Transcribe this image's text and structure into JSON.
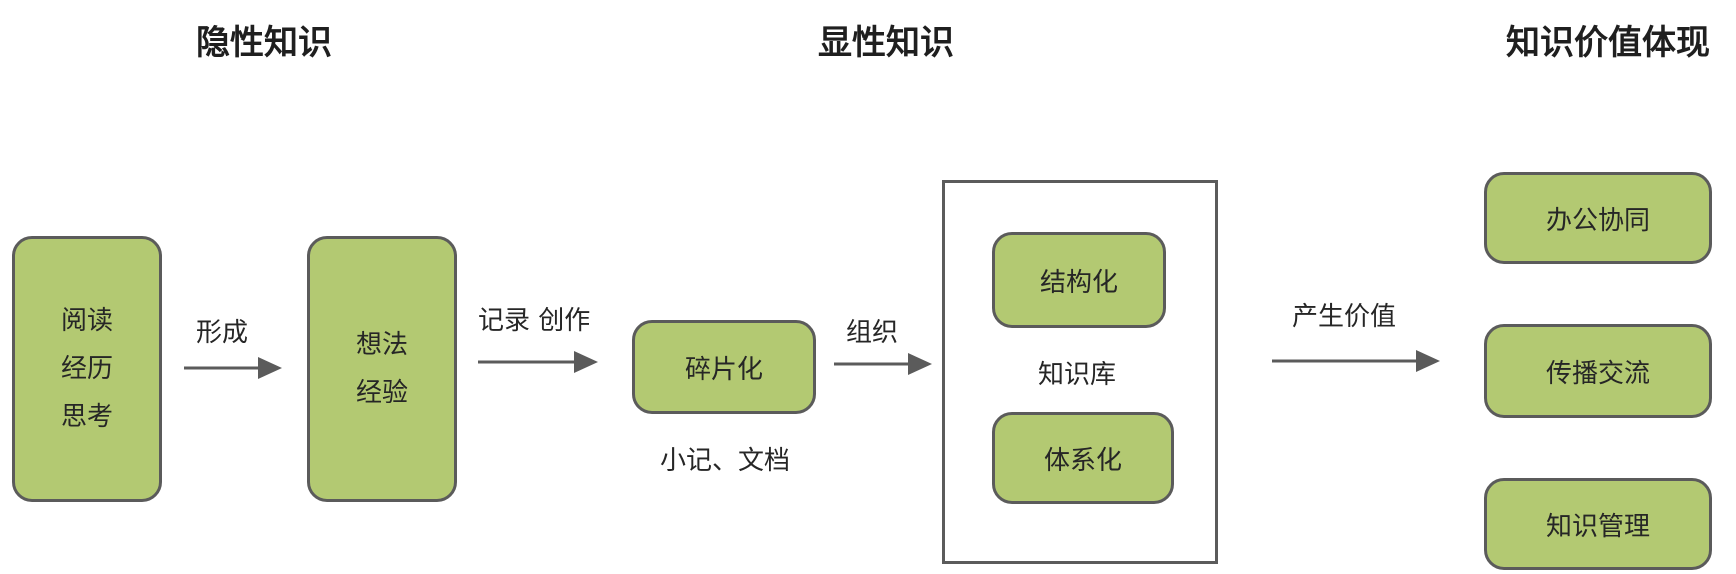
{
  "headings": {
    "tacit": "隐性知识",
    "explicit": "显性知识",
    "value": "知识价值体现"
  },
  "nodes": {
    "reading": [
      "阅读",
      "经历",
      "思考"
    ],
    "ideas": [
      "想法",
      "经验"
    ],
    "fragment": "碎片化",
    "structured": "结构化",
    "systematic": "体系化",
    "office": "办公协同",
    "spread": "传播交流",
    "management": "知识管理"
  },
  "labels": {
    "form": "形成",
    "record": "记录 创作",
    "organize": "组织",
    "produce_value": "产生价值",
    "notes_docs": "小记、文档",
    "knowledge_base": "知识库"
  },
  "colors": {
    "node_fill": "#b3c972",
    "stroke": "#5b5b5b",
    "text": "#262626"
  }
}
